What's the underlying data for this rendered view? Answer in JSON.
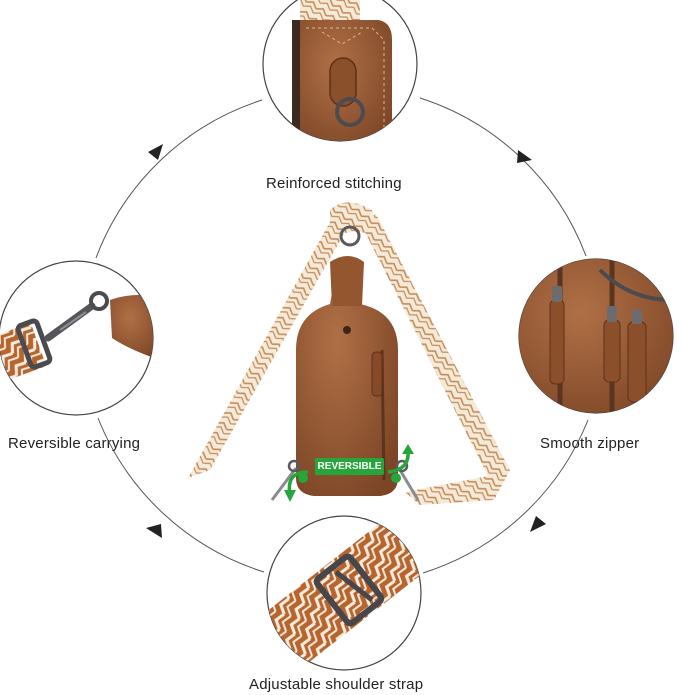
{
  "labels": {
    "top": "Reinforced stitching",
    "left": "Reversible carrying",
    "right": "Smooth zipper",
    "bottom": "Adjustable shoulder strap"
  },
  "badge": "REVERSIBLE",
  "colors": {
    "leather": "#9a5c33",
    "leather_dark": "#6e3d1f",
    "strap_orange": "#b86a33",
    "strap_cream": "#efe3d0",
    "metal": "#5a5a5e",
    "circle_line": "#444444",
    "badge_green": "#26a63a"
  }
}
